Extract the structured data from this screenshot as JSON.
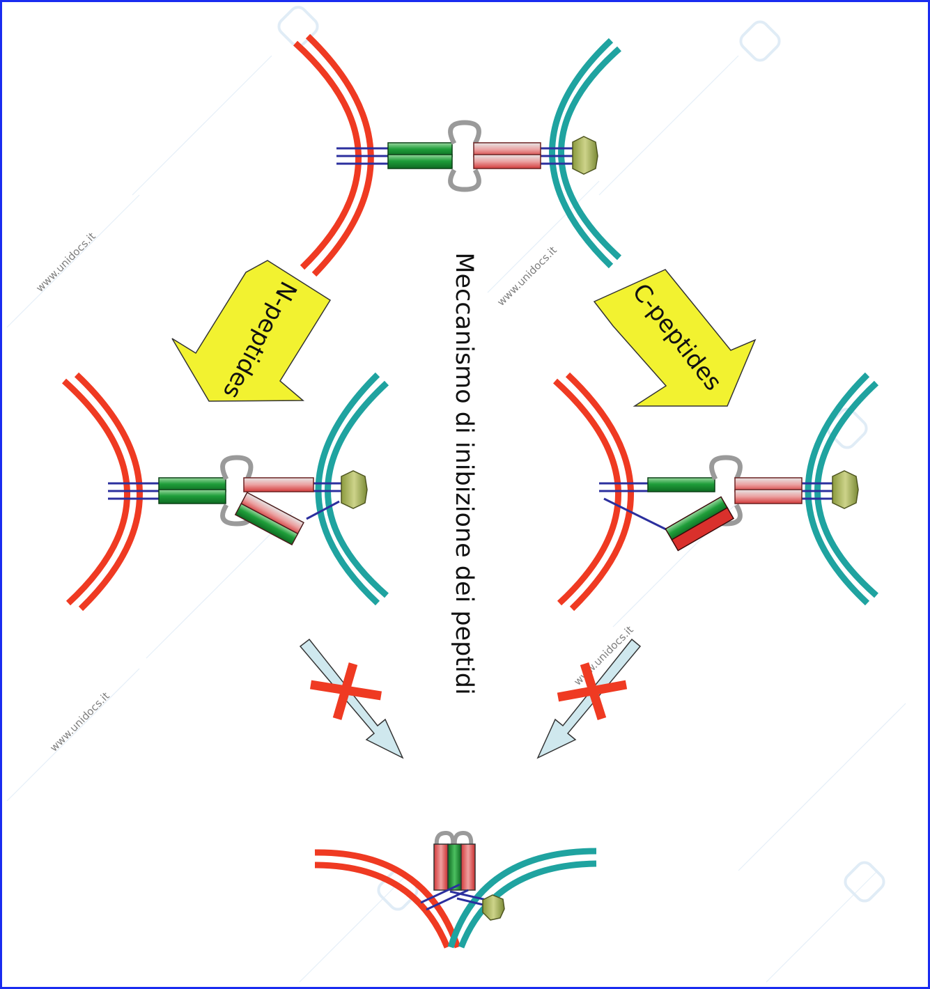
{
  "figure": {
    "title": "Meccanismo di inibizione dei peptidi",
    "arrow_left_label": "N-peptides",
    "arrow_right_label": "C-peptides",
    "watermark_text": "www.unidocs.it"
  },
  "colors": {
    "border": "#1a2cf0",
    "membrane_red": "#ef3a22",
    "membrane_teal": "#1fa3a0",
    "helix_green": "#1f9e3a",
    "helix_pink": "#e89090",
    "linker_blue": "#2b2f9e",
    "loop_gray": "#9a9a9a",
    "peptide_arrow_fill": "#f2f230",
    "blocked_arrow_fill": "#cfe8ee",
    "cross_red": "#ef3a22",
    "knob_olive": "#a9b25c"
  }
}
